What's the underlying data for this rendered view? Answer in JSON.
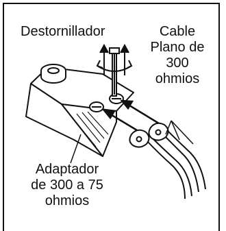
{
  "labels": {
    "screwdriver": "Destornillador",
    "cable_lines": [
      "Cable",
      "Plano de",
      "300",
      "ohmios"
    ],
    "adapter_lines": [
      "Adaptador",
      "de 300 a 75",
      "ohmios"
    ]
  }
}
